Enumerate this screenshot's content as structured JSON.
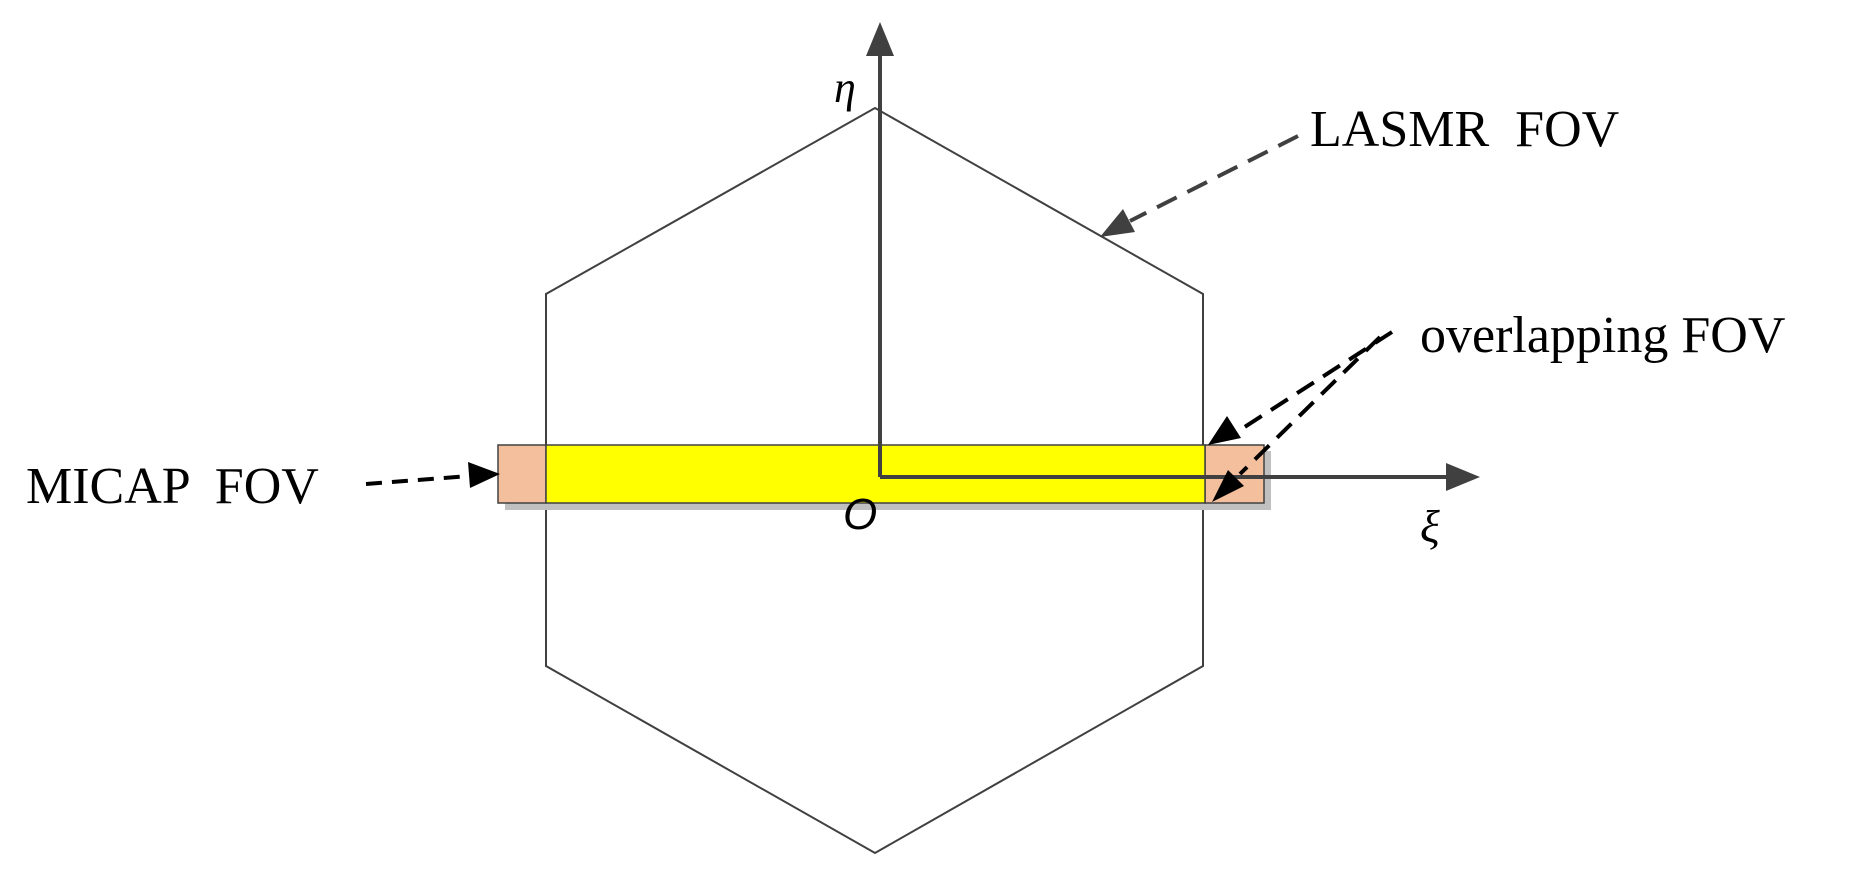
{
  "labels": {
    "lasmr": "LASMR  FOV",
    "overlap": "overlapping FOV",
    "micap": "MICAP  FOV"
  },
  "axes": {
    "vertical": "η",
    "horizontal": "ξ",
    "origin": "O"
  },
  "colors": {
    "hexagon_outline": "#404040",
    "micap_fill": "#ffff00",
    "overlap_fill": "#f4bf9c",
    "shadow": "#c0c0c0",
    "axis": "#404040",
    "lasmr_arrow": "#404040",
    "arrow_black": "#000000"
  }
}
